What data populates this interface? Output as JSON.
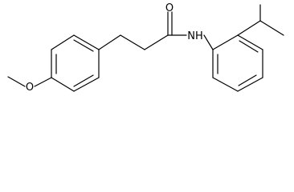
{
  "molecule": {
    "labels": {
      "carbonyl_oxygen": "O",
      "amide_nitrogen": "NH",
      "ether_oxygen": "O"
    },
    "colors": {
      "bond": "#000000",
      "background": "#ffffff",
      "text": "#000000"
    }
  }
}
